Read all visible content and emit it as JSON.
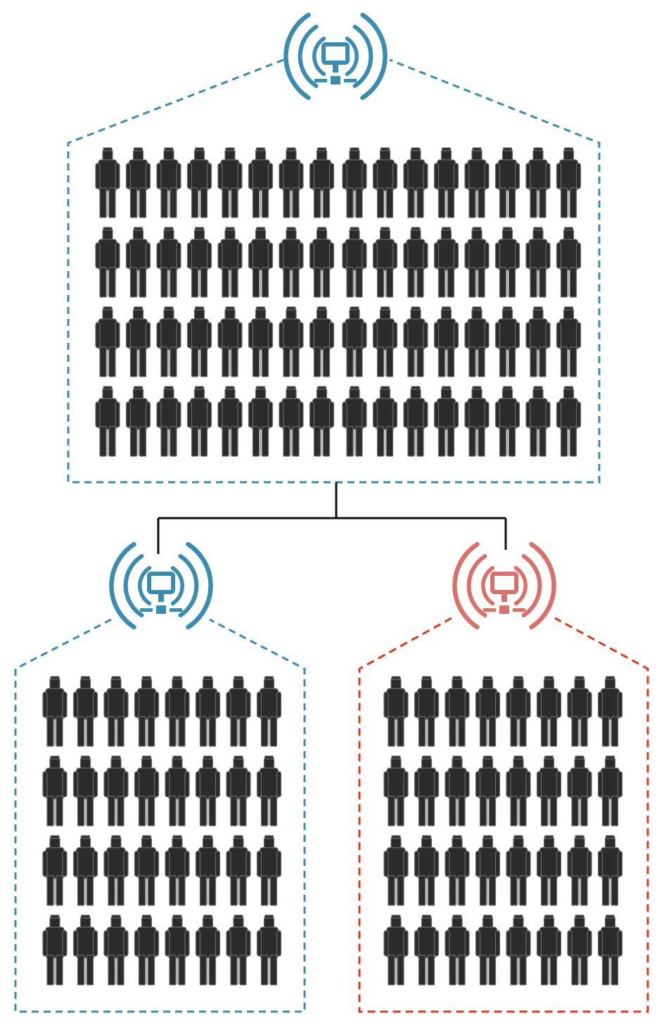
{
  "colors": {
    "blue": "#3b8db0",
    "blue_icon": "#3f86c6",
    "red_border": "#e2391e",
    "red_icon": "#d9706a",
    "person_fill": "#2b2b2b",
    "connector": "#111111",
    "background": "#ffffff"
  },
  "groups": [
    {
      "id": "top-network",
      "icon": "wifi-network-icon",
      "icon_color": "blue",
      "border_color": "blue",
      "people_rows": 4,
      "people_per_row": 16,
      "people_count": 64
    },
    {
      "id": "left-subnetwork",
      "icon": "wifi-network-icon",
      "icon_color": "blue",
      "border_color": "blue",
      "people_rows": 4,
      "people_per_row": 8,
      "people_count": 32
    },
    {
      "id": "right-subnetwork",
      "icon": "wifi-network-icon",
      "icon_color": "red",
      "border_color": "red",
      "people_rows": 4,
      "people_per_row": 8,
      "people_count": 32
    }
  ],
  "connector": {
    "from": "top-network",
    "to": [
      "left-subnetwork",
      "right-subnetwork"
    ],
    "style": "tree-split"
  }
}
